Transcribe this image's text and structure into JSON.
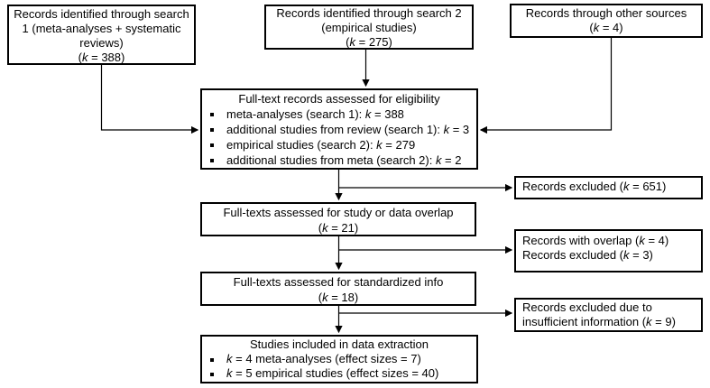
{
  "colors": {
    "border": "#000000",
    "background": "#ffffff",
    "text": "#000000"
  },
  "boxes": {
    "search1": {
      "text": "Records identified through search 1 (meta-analyses + systematic reviews)",
      "k_line": "(k = 388)"
    },
    "search2": {
      "text": "Records identified through search 2 (empirical studies)",
      "k_line": "(k = 275)"
    },
    "other_sources": {
      "text": "Records through other sources",
      "k_line": "(k = 4)"
    },
    "eligibility": {
      "title": "Full-text records assessed for eligibility",
      "bullets": [
        "meta-analyses (search 1): k = 388",
        "additional studies from review (search 1): k = 3",
        "empirical studies (search 2): k = 279",
        "additional studies from meta (search 2): k = 2"
      ]
    },
    "excluded_1": {
      "text": "Records excluded (k = 651)"
    },
    "overlap": {
      "text": "Full-texts assessed for study or data overlap",
      "k_line": "(k = 21)"
    },
    "excluded_2": {
      "lines": [
        "Records with overlap (k = 4)",
        "Records excluded (k = 3)"
      ]
    },
    "standardized": {
      "text": "Full-texts assessed for standardized info",
      "k_line": "(k = 18)"
    },
    "excluded_3": {
      "text": "Records excluded due to insufficient information (k = 9)"
    },
    "included": {
      "title": "Studies included in data extraction",
      "bullets": [
        "k = 4 meta-analyses (effect sizes = 7)",
        "k = 5 empirical studies (effect sizes = 40)"
      ]
    }
  }
}
